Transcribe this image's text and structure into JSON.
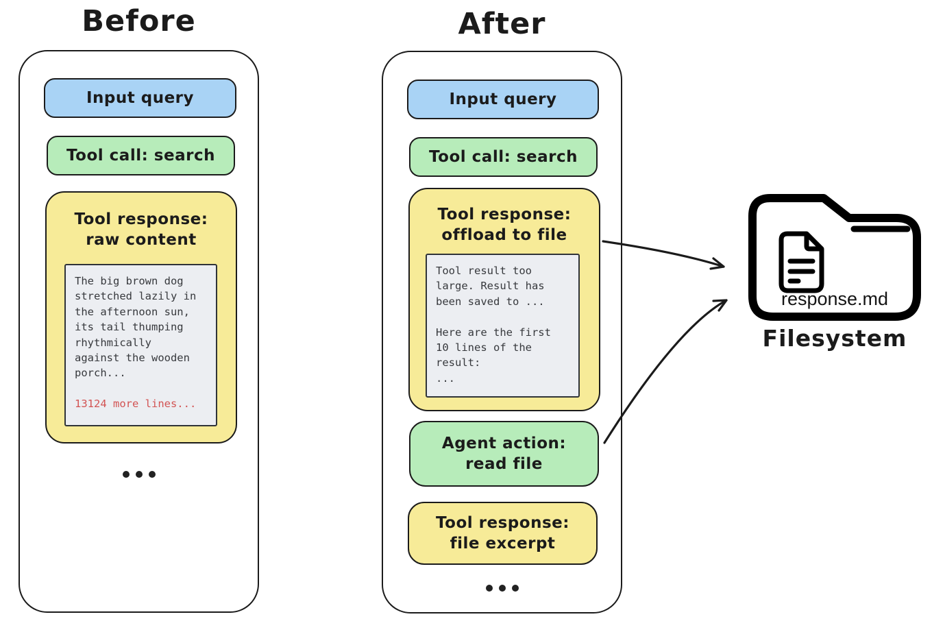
{
  "titles": {
    "before": "Before",
    "after": "After"
  },
  "before": {
    "input_query": "Input query",
    "tool_call": "Tool call: search",
    "tool_response_title": "Tool response:\nraw content",
    "code_excerpt": "The big brown dog\nstretched lazily in\nthe afternoon sun,\nits tail thumping\nrhythmically\nagainst the wooden\nporch...",
    "more_lines": "13124 more lines..."
  },
  "after": {
    "input_query": "Input query",
    "tool_call": "Tool call: search",
    "tool_response_title": "Tool response:\noffload to file",
    "code_excerpt": "Tool result too\nlarge. Result has\nbeen saved to ...\n\nHere are the first\n10 lines of the\nresult:\n...",
    "agent_action": "Agent action:\nread file",
    "tool_response_excerpt": "Tool response:\nfile excerpt"
  },
  "filesystem": {
    "file_name": "response.md",
    "label": "Filesystem"
  },
  "colors": {
    "blue_fill": "#a9d3f5",
    "green_fill": "#b7ecba",
    "yellow_fill": "#f7eb98",
    "code_bg": "#eceef2",
    "red_text": "#d25353",
    "ink": "#1b1b1b"
  }
}
